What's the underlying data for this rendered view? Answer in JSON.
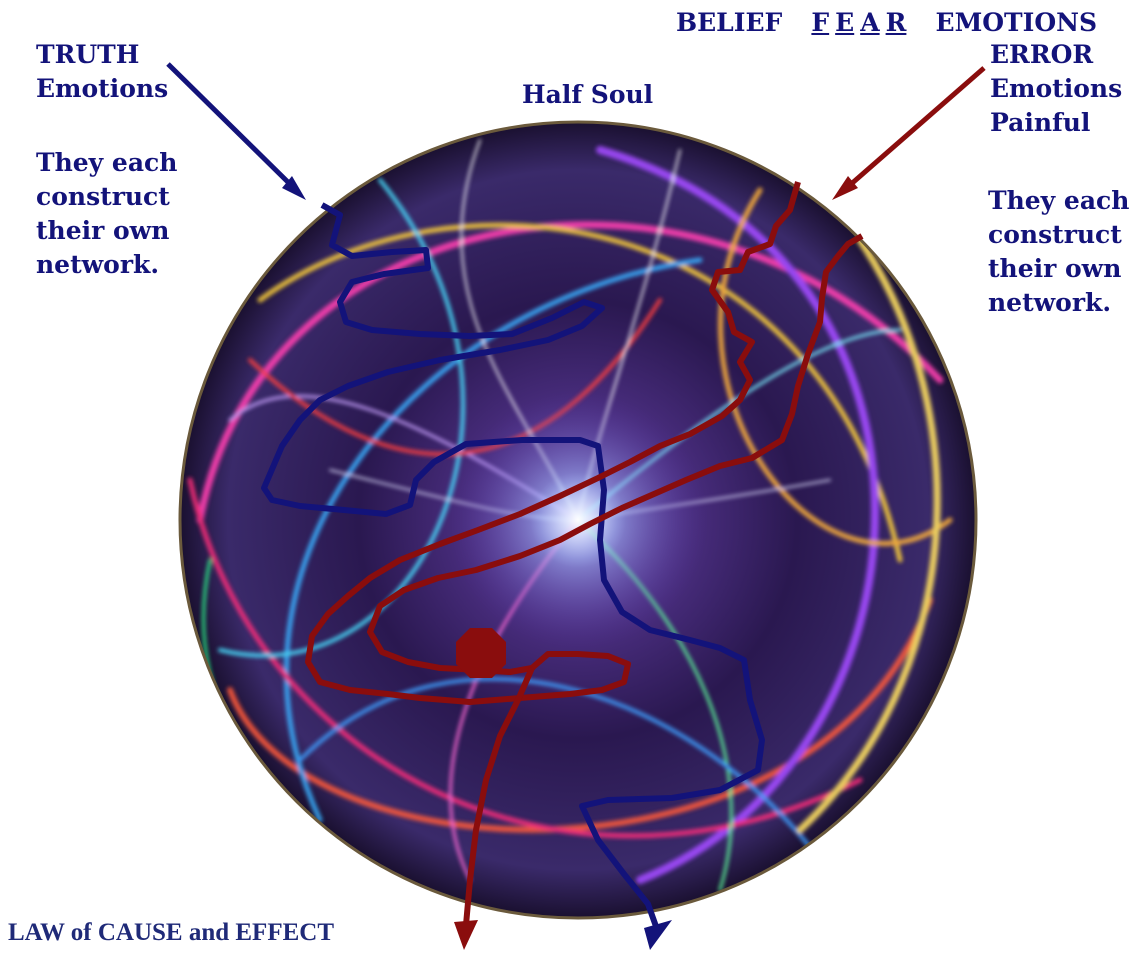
{
  "colors": {
    "truth": "#13137a",
    "error": "#8a0d0d",
    "heading": "#13137a",
    "law": "#1f2a78"
  },
  "heading": {
    "belief": "BELIEF",
    "fear_letters": [
      "F",
      "E",
      "A",
      "R"
    ],
    "emotions": "EMOTIONS"
  },
  "half_soul": "Half Soul",
  "truth_label": {
    "line1": "TRUTH",
    "line2": "Emotions"
  },
  "truth_network": [
    "They each",
    "construct",
    "their own",
    "network."
  ],
  "error_label": {
    "line1": "ERROR",
    "line2": "Emotions",
    "line3": "Painful"
  },
  "error_network": [
    "They each",
    "construct",
    "their own",
    "network."
  ],
  "law": "LAW of CAUSE and EFFECT",
  "icons": {
    "soul_sphere": "swirling-light-orb",
    "origin": "octagon-dot"
  }
}
